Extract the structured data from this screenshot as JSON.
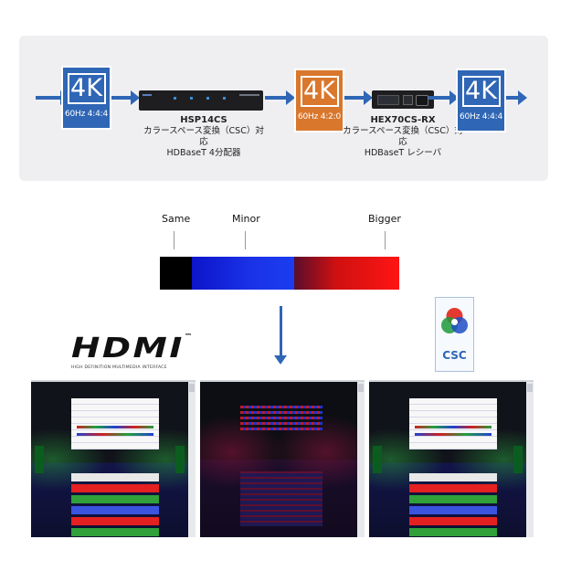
{
  "colors": {
    "blue_accent": "#2f66b5",
    "orange_accent": "#d9772d",
    "scale_same": "#000000",
    "scale_minor": "#1b33e8",
    "scale_bigger": "#ff1515"
  },
  "chain": {
    "badge_source": {
      "big": "4K",
      "sub": "60Hz 4:4:4"
    },
    "badge_middle": {
      "big": "4K",
      "sub": "60Hz 4:2:0"
    },
    "badge_output": {
      "big": "4K",
      "sub": "60Hz 4:4:4"
    },
    "device1": {
      "name": "HSP14CS",
      "line1": "カラースペース変換（CSC）対応",
      "line2": "HDBaseT 4分配器"
    },
    "device2": {
      "name": "HEX70CS-RX",
      "line1": "カラースペース変換（CSC）対応",
      "line2": "HDBaseT レシーバ"
    }
  },
  "scale": {
    "label_same": "Same",
    "label_minor": "Minor",
    "label_bigger": "Bigger"
  },
  "logos": {
    "hdmi_word": "HDMI",
    "hdmi_tm": "™",
    "hdmi_sub": "HIGH DEFINITION MULTIMEDIA INTERFACE",
    "csc_text": "CSC",
    "hdmi_icon": "hdmi-logo",
    "csc_icon": "csc-color-wheel-icon"
  },
  "screens": [
    {
      "name": "original-4-4-4"
    },
    {
      "name": "difference-map"
    },
    {
      "name": "converted-4-4-4"
    }
  ]
}
